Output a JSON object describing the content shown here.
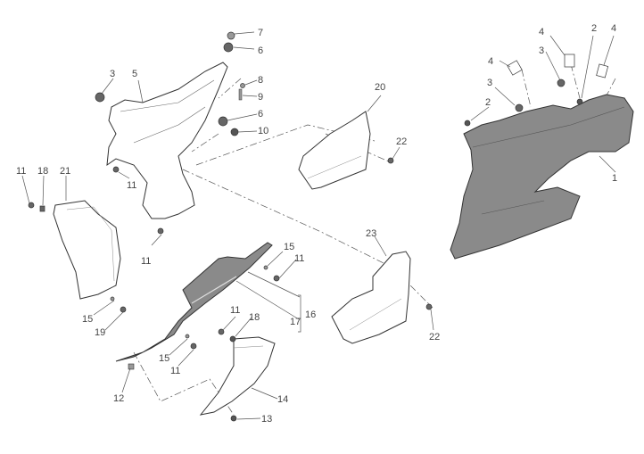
{
  "diagram": {
    "colors": {
      "panel_dark": "#8a8a8a",
      "panel_light": "#ffffff",
      "line": "#333333",
      "label": "#444444"
    },
    "parts": [
      {
        "id": "p1",
        "label": "1"
      },
      {
        "id": "p2a",
        "label": "2"
      },
      {
        "id": "p2b",
        "label": "2"
      },
      {
        "id": "p3a",
        "label": "3"
      },
      {
        "id": "p3b",
        "label": "3"
      },
      {
        "id": "p3c",
        "label": "3"
      },
      {
        "id": "p4a",
        "label": "4"
      },
      {
        "id": "p4b",
        "label": "4"
      },
      {
        "id": "p4c",
        "label": "4"
      },
      {
        "id": "p5",
        "label": "5"
      },
      {
        "id": "p6a",
        "label": "6"
      },
      {
        "id": "p6b",
        "label": "6"
      },
      {
        "id": "p7",
        "label": "7"
      },
      {
        "id": "p8",
        "label": "8"
      },
      {
        "id": "p9",
        "label": "9"
      },
      {
        "id": "p10",
        "label": "10"
      },
      {
        "id": "p11a",
        "label": "11"
      },
      {
        "id": "p11b",
        "label": "11"
      },
      {
        "id": "p11c",
        "label": "11"
      },
      {
        "id": "p11d",
        "label": "11"
      },
      {
        "id": "p11e",
        "label": "11"
      },
      {
        "id": "p11f",
        "label": "11"
      },
      {
        "id": "p12",
        "label": "12"
      },
      {
        "id": "p13",
        "label": "13"
      },
      {
        "id": "p14",
        "label": "14"
      },
      {
        "id": "p15a",
        "label": "15"
      },
      {
        "id": "p15b",
        "label": "15"
      },
      {
        "id": "p15c",
        "label": "15"
      },
      {
        "id": "p16",
        "label": "16"
      },
      {
        "id": "p17",
        "label": "17"
      },
      {
        "id": "p18a",
        "label": "18"
      },
      {
        "id": "p18b",
        "label": "18"
      },
      {
        "id": "p19",
        "label": "19"
      },
      {
        "id": "p20",
        "label": "20"
      },
      {
        "id": "p21",
        "label": "21"
      },
      {
        "id": "p22a",
        "label": "22"
      },
      {
        "id": "p22b",
        "label": "22"
      },
      {
        "id": "p23",
        "label": "23"
      }
    ]
  }
}
